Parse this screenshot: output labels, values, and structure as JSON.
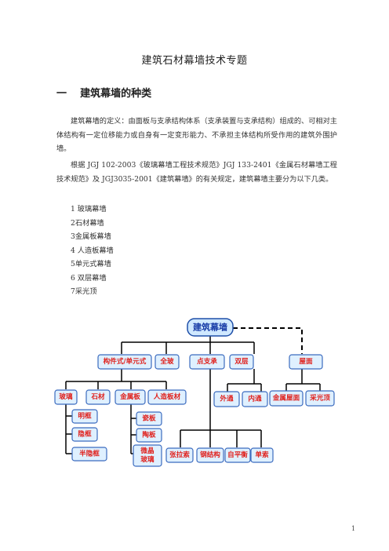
{
  "title": "建筑石材幕墙技术专题",
  "section": {
    "number": "一",
    "heading": "建筑幕墙的种类"
  },
  "paragraphs": [
    "建筑幕墙的定义：由面板与支承结构体系（支承装置与支承结构）组成的、可相对主体结构有一定位移能力或自身有一定变形能力、不承担主体结构所受作用的建筑外围护墙。",
    "根据 JGJ 102-2003《玻璃幕墙工程技术规范》JGJ 133-2401《金属石材幕墙工程技术规范》及 JGJ3035-2001《建筑幕墙》的有关规定，建筑幕墙主要分为以下几类。"
  ],
  "list": [
    "1 玻璃幕墙",
    "2石材幕墙",
    "3金属板幕墙",
    "4 人造板幕墙",
    "5单元式幕墙",
    "6 双层幕墙",
    "7采光顶"
  ],
  "diagram": {
    "root": "建筑幕墙",
    "level1": [
      "构件式/单元式",
      "全玻",
      "点支承",
      "双层",
      "屋面"
    ],
    "component_children": [
      "玻璃",
      "石材",
      "金属板",
      "人造板材"
    ],
    "glass_children": [
      "明框",
      "隐框",
      "半隐框"
    ],
    "board_children": [
      "瓷板",
      "陶板",
      "微晶",
      "玻璃"
    ],
    "point_children": [
      "张拉索",
      "钢结构",
      "自平衡",
      "单索"
    ],
    "double_children": [
      "外通",
      "内通"
    ],
    "roof_children": [
      "金属屋面",
      "采光顶"
    ]
  },
  "page_number": "1"
}
